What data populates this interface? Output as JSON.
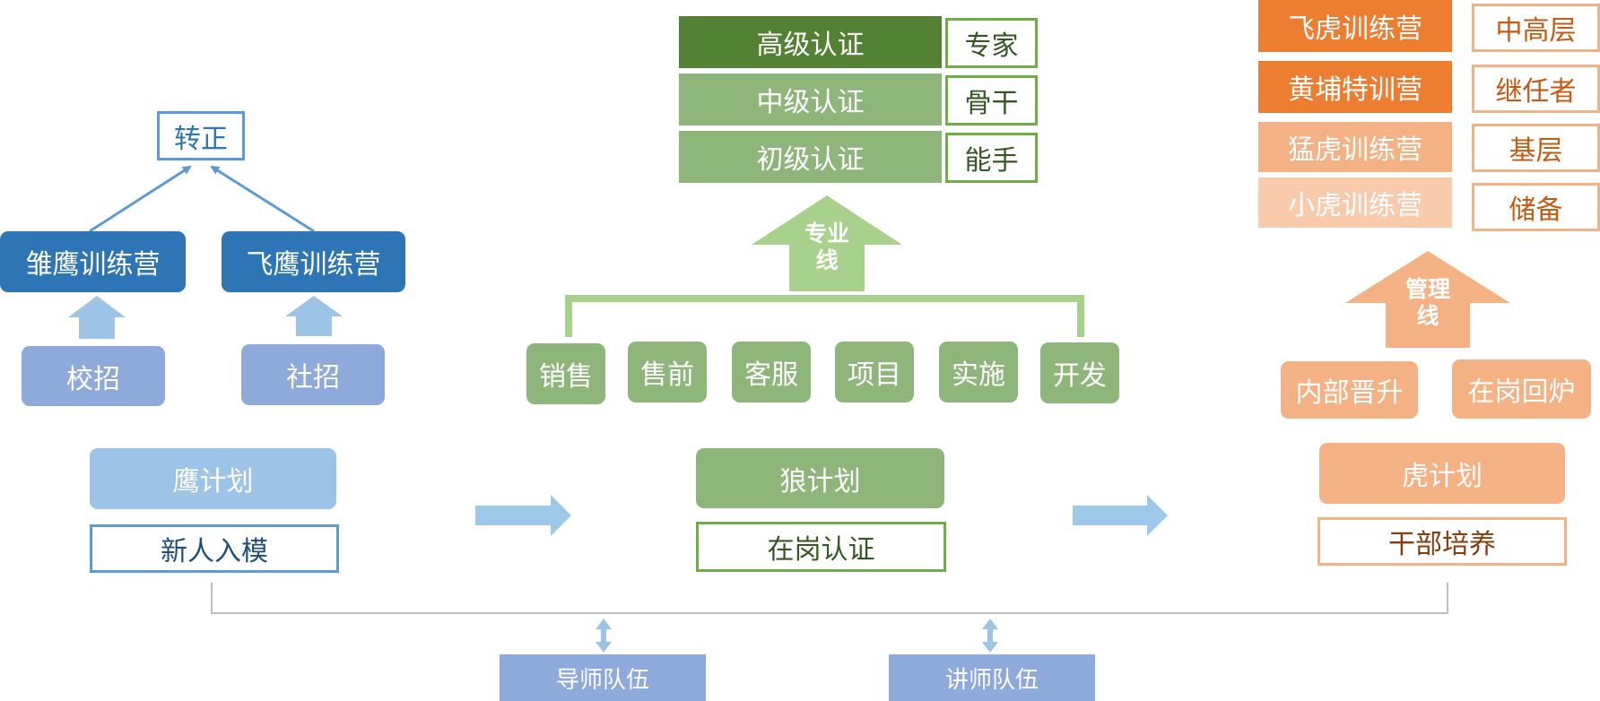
{
  "colors": {
    "blue_dark": "#2e75b6",
    "blue_mid": "#8eaadb",
    "blue_light": "#9dc3e6",
    "blue_arrow": "#9ec8e8",
    "green_dark": "#548235",
    "green_mid": "#8fb67a",
    "green_light": "#a9d18e",
    "orange_dark": "#ed7d31",
    "orange_mid": "#f4b183",
    "orange_light": "#f8cbad",
    "gray_line": "#bfbfbf"
  },
  "eagle": {
    "confirm": "转正",
    "camps": [
      "雏鹰训练营",
      "飞鹰训练营"
    ],
    "sources": [
      "校招",
      "社招"
    ],
    "plan": "鹰计划",
    "program": "新人入模"
  },
  "wolf": {
    "certs": [
      {
        "level": "高级认证",
        "role": "专家"
      },
      {
        "level": "中级认证",
        "role": "骨干"
      },
      {
        "level": "初级认证",
        "role": "能手"
      }
    ],
    "line_label": [
      "专业",
      "线"
    ],
    "roles": [
      "销售",
      "售前",
      "客服",
      "项目",
      "实施",
      "开发"
    ],
    "plan": "狼计划",
    "program": "在岗认证"
  },
  "tiger": {
    "camps": [
      {
        "camp": "飞虎训练营",
        "level": "中高层"
      },
      {
        "camp": "黄埔特训营",
        "level": "继任者"
      },
      {
        "camp": "猛虎训练营",
        "level": "基层"
      },
      {
        "camp": "小虎训练营",
        "level": "储备"
      }
    ],
    "line_label": [
      "管理",
      "线"
    ],
    "sources": [
      "内部晋升",
      "在岗回炉"
    ],
    "plan": "虎计划",
    "program": "干部培养"
  },
  "teams": [
    "导师队伍",
    "讲师队伍"
  ]
}
